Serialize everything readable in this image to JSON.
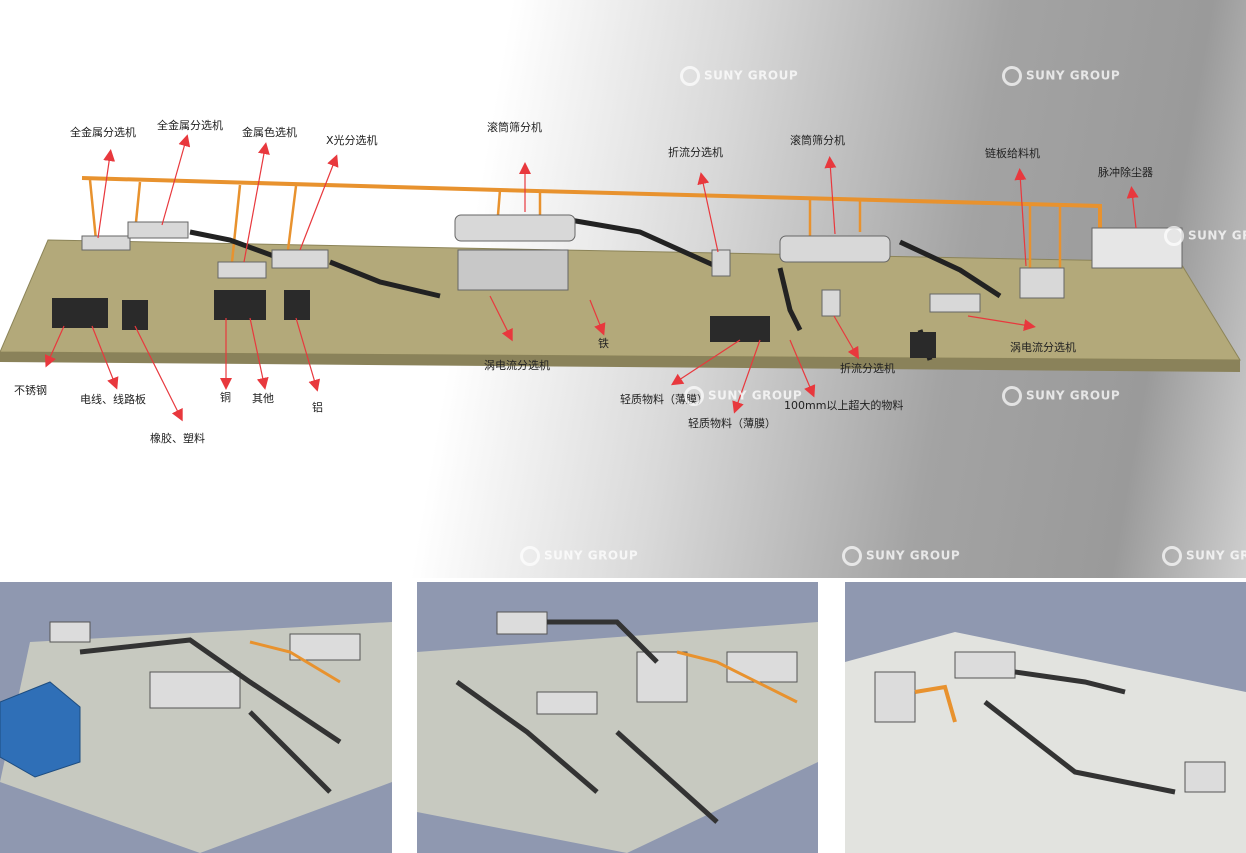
{
  "labels": {
    "full_metal_sorter_1": "全金属分选机",
    "full_metal_sorter_2": "全金属分选机",
    "metal_color_sorter": "金属色选机",
    "xray_sorter": "X光分选机",
    "drum_screen_1": "滚筒筛分机",
    "refraction_sorter_1": "折流分选机",
    "drum_screen_2": "滚筒筛分机",
    "chain_plate_feeder": "链板给料机",
    "pulse_dust_collector": "脉冲除尘器",
    "stainless_steel": "不锈钢",
    "wire_circuit_board": "电线、线路板",
    "rubber_plastic": "橡胶、塑料",
    "copper": "铜",
    "other": "其他",
    "aluminum": "铝",
    "eddy_current_sorter_1": "涡电流分选机",
    "iron": "铁",
    "light_material_1": "轻质物料（薄膜）",
    "light_material_2": "轻质物料（薄膜）",
    "oversize_material": "100mm以上超大的物料",
    "refraction_sorter_2": "折流分选机",
    "eddy_current_sorter_2": "涡电流分选机"
  },
  "watermark": "SUNY GROUP",
  "colors": {
    "arrow": "#e8383d",
    "pipe": "#e8922e",
    "floor": "#b3a97a",
    "conveyor": "#222222",
    "machine": "#d8d8d8"
  }
}
